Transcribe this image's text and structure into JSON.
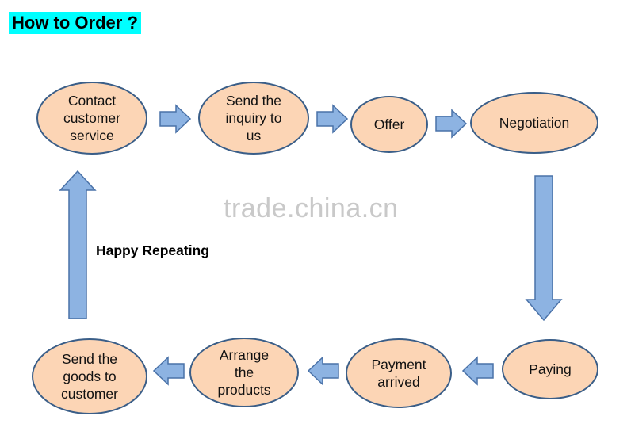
{
  "title": "How to Order ?",
  "watermark": "trade.china.cn",
  "repeat_label": "Happy Repeating",
  "colors": {
    "title_highlight": "#00ffff",
    "node_fill": "#fcd5b5",
    "node_border": "#3a5e88",
    "arrow_fill": "#8db3e2",
    "arrow_stroke": "#4a72a8"
  },
  "steps": [
    {
      "label": "Contact\ncustomer\nservice"
    },
    {
      "label": "Send the\ninquiry to\nus"
    },
    {
      "label": "Offer"
    },
    {
      "label": "Negotiation"
    },
    {
      "label": "Paying"
    },
    {
      "label": "Payment\narrived"
    },
    {
      "label": "Arrange\nthe\nproducts"
    },
    {
      "label": "Send the\ngoods to\ncustomer"
    }
  ]
}
